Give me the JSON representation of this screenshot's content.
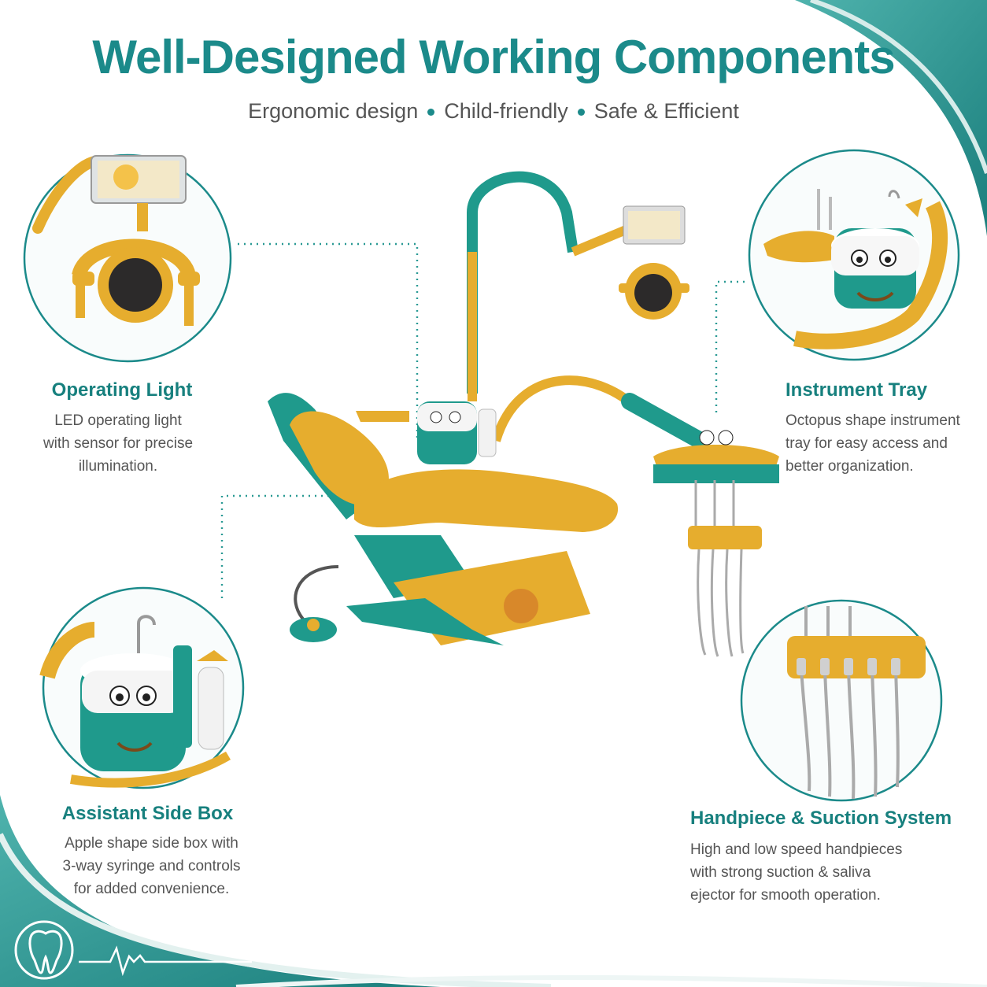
{
  "header": {
    "title": "Well-Designed Working Components",
    "subtitle_items": [
      "Ergonomic design",
      "Child-friendly",
      "Safe & Efficient"
    ]
  },
  "features": {
    "operating_light": {
      "title": "Operating Light",
      "lines": [
        "LED operating light",
        "with sensor for precise",
        "illumination."
      ]
    },
    "instrument_tray": {
      "title": "Instrument Tray",
      "lines": [
        "Octopus shape instrument",
        "tray for easy access and",
        "better organization."
      ]
    },
    "assistant_side_box": {
      "title": "Assistant Side Box",
      "lines": [
        "Apple shape side box with",
        "3-way syringe and controls",
        "for added convenience."
      ]
    },
    "handpiece_suction": {
      "title": "Handpiece & Suction System",
      "lines": [
        "High and low speed handpieces",
        "with strong suction & saliva",
        "ejector for smooth operation."
      ]
    }
  },
  "colors": {
    "teal": "#1b8a8a",
    "teal_dark": "#17807e",
    "yellow": "#e6ad2e",
    "green": "#1f9a8c",
    "text_gray": "#555555"
  },
  "icons": [
    "tooth-icon",
    "heartbeat-line-icon"
  ]
}
